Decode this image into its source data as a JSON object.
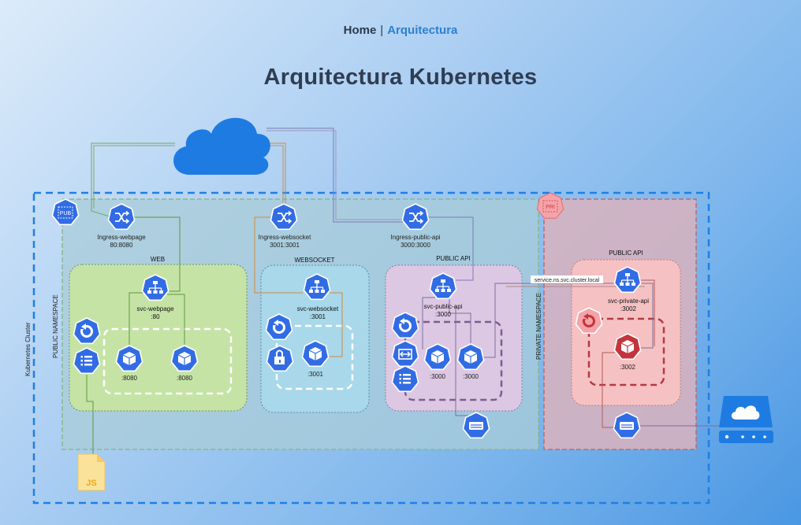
{
  "nav": {
    "home": "Home",
    "separator": "|",
    "current": "Arquitectura"
  },
  "page": {
    "title": "Arquitectura Kubernetes"
  },
  "diagram": {
    "cluster_label": "Kubernetes Cluster",
    "public_namespace_label": "PUBLIC NAMESPACE",
    "private_namespace_label": "PRIVATE NAMESPACE",
    "pub_badge": "PUB",
    "pri_badge": "PRI",
    "ingresses": [
      {
        "name": "Ingress-webpage",
        "port": "80:8080"
      },
      {
        "name": "Ingress-websocket",
        "port": "3001:3001"
      },
      {
        "name": "Ingress-public-api",
        "port": "3000:3000"
      }
    ],
    "groups": {
      "web": "WEB",
      "websocket": "WEBSOCKET",
      "public_api": "PUBLIC API",
      "private_api": "PUBLIC API"
    },
    "services": {
      "webpage": {
        "name": "svc-webpage",
        "port": ":80"
      },
      "websocket": {
        "name": "svc-websocket",
        "port": ":3001"
      },
      "public_api": {
        "name": "svc-public-api",
        "port": ":3000"
      },
      "private_api": {
        "name": "svc-private-api",
        "port": ":3002"
      }
    },
    "pods": {
      "web_1": ":8080",
      "web_2": ":8080",
      "websocket_1": ":3001",
      "public_api_1": ":3000",
      "public_api_2": ":3000",
      "private_api_1": ":3002"
    },
    "dns_label": "service.ns.svc.cluster.local",
    "js_badge": "JS",
    "colors": {
      "icon_blue": "#326ce5",
      "public_ns_fill": "#a9ccd8",
      "private_ns_fill": "#d5b2c0",
      "web_group": "#c6e3a6",
      "websocket_group": "#a8d8ea",
      "public_api_group": "#ddc8e4",
      "private_api_group": "#f6c1c2",
      "cloud": "#1e7be2"
    }
  }
}
